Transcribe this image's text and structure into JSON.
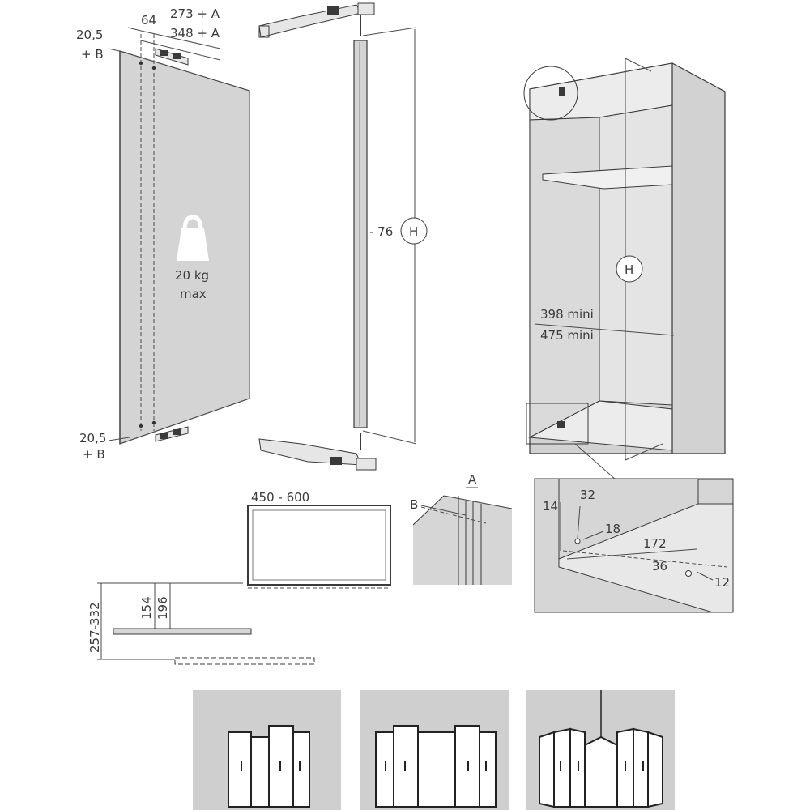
{
  "door_panel": {
    "top_offset": "20,5",
    "top_offset_suffix": "+ B",
    "bottom_offset": "20,5",
    "bottom_offset_suffix": "+ B",
    "dim_64": "64",
    "dim_273": "273 + A",
    "dim_348": "348 + A",
    "weight": "20 kg",
    "weight_note": "max"
  },
  "rail": {
    "length_label": "- 76",
    "height_symbol": "H"
  },
  "cabinet": {
    "height_symbol": "H",
    "depth_min_1": "398 mini",
    "depth_min_2": "475 mini"
  },
  "detail": {
    "d14": "14",
    "d32": "32",
    "d18": "18",
    "d172": "172",
    "d36": "36",
    "d12": "12"
  },
  "top_view": {
    "width_range": "450 - 600",
    "d154": "154",
    "d196": "196",
    "range": "257-332"
  },
  "section": {
    "a": "A",
    "b": "B"
  }
}
